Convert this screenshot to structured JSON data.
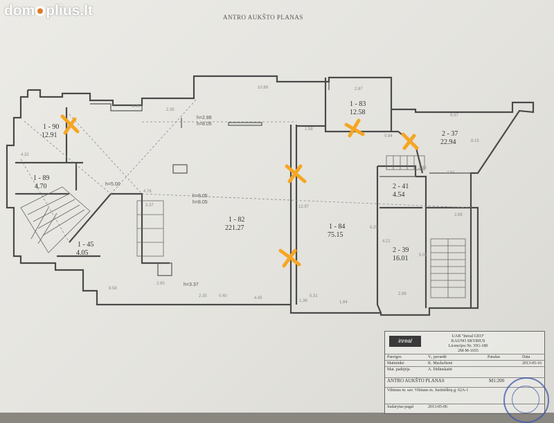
{
  "watermark": {
    "left": "dom",
    "right": "plius.lt"
  },
  "plan_title": "ANTRO AUKŠTO PLANAS",
  "rooms": [
    {
      "id": "1 - 90",
      "area": "12.91"
    },
    {
      "id": "1 - 89",
      "area": "4.70"
    },
    {
      "id": "1 - 45",
      "area": "4.05"
    },
    {
      "id": "1 - 82",
      "area": "221.27"
    },
    {
      "id": "1 - 83",
      "area": "12.58"
    },
    {
      "id": "1 - 84",
      "area": "75.15"
    },
    {
      "id": "2 - 37",
      "area": "22.94"
    },
    {
      "id": "2 - 41",
      "area": "4.54"
    },
    {
      "id": "2 - 39",
      "area": "16.01"
    }
  ],
  "heights": [
    "h=2.88",
    "h=8.05",
    "h=5.00",
    "h=8.05",
    "h=8.05",
    "h=3.37"
  ],
  "dimensions": [
    "10.89",
    "2.87",
    "9.37",
    "1.58",
    "0.94",
    "4.81",
    "2.93",
    "4.76",
    "3.37",
    "2.89",
    "8.58",
    "2.90",
    "2.35",
    "0.40",
    "4.45",
    "1.36",
    "5.31",
    "1.84",
    "2.89",
    "8.15",
    "6.25",
    "4.21",
    "5.01",
    "12.97",
    "2.35",
    "3.45",
    "4.32"
  ],
  "title_block": {
    "company_line1": "UAB \"Inreal GEO\"",
    "company_line2": "KAUNO SKYRIUS",
    "company_line3": "Licencijos Nr. 35G-180",
    "company_line4": "2M-M-1655",
    "logo": "inreal",
    "header_col1": "Pareigos",
    "header_col2": "V., pavardė",
    "header_col3": "Parašas",
    "header_col4": "Data",
    "row1_role": "Matininkė",
    "row1_name": "K. Mackelienė",
    "row1_date": "2013-05-16",
    "row2_role": "Mat. padėjėja",
    "row2_name": "A. Didinskaitė",
    "sheet_title": "ANTRO AUKŠTO PLANAS",
    "scale": "M1:200",
    "address": "Vilniaus m. sav. Vilniaus m. Justiniškių g. 62A-1",
    "compiled_label": "Sudarytas pagal",
    "compiled_date": "2013-05-06"
  },
  "marks": [
    {
      "name": "room-1-90-mark"
    },
    {
      "name": "wall-1-83-mark"
    },
    {
      "name": "wall-2-37-mark"
    },
    {
      "name": "wall-1-82-upper-mark"
    },
    {
      "name": "wall-1-82-lower-mark"
    }
  ],
  "colors": {
    "mark": "#f5a623",
    "wall": "#4a4a4a",
    "paper": "#e8e7e2",
    "stamp": "#3b57a8"
  }
}
